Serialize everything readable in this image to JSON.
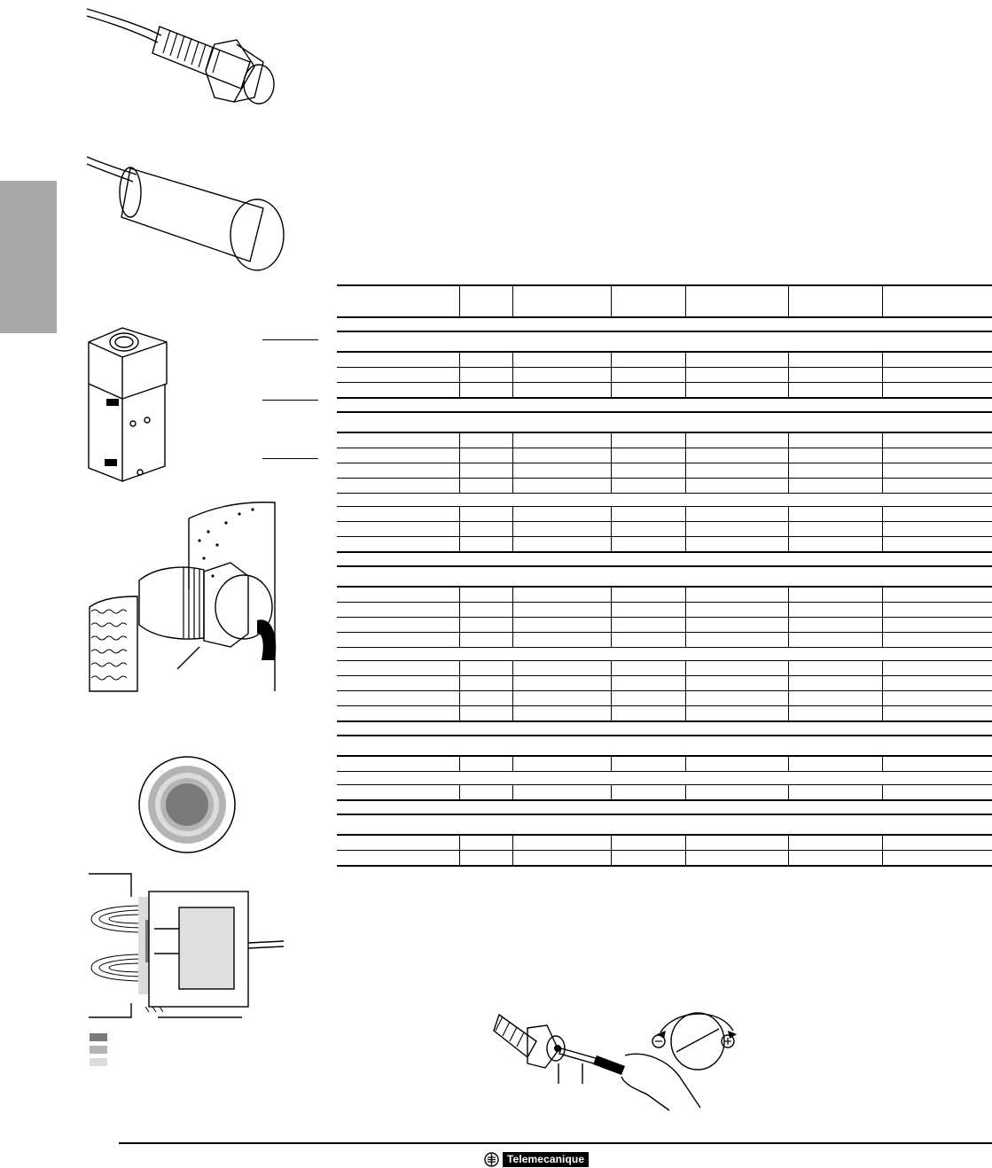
{
  "footer": {
    "brand_name": "Telemecanique"
  },
  "side_tab_color": "#a8a8a8",
  "legend_colors": [
    "#7a7a7a",
    "#b4b4b4",
    "#dcdcdc"
  ],
  "spec_table": {
    "columns": 7,
    "rows": [
      "hdr",
      "gap",
      "sec",
      "row",
      "row",
      "row last",
      "gap",
      "sec",
      "row",
      "row",
      "row",
      "row",
      "gap",
      "row",
      "row",
      "row last",
      "gap",
      "sec",
      "row",
      "row",
      "row",
      "row",
      "gap",
      "row",
      "row",
      "row",
      "row last",
      "gap",
      "sec",
      "row",
      "gap",
      "row last",
      "gap",
      "sec",
      "row",
      "row last"
    ]
  }
}
